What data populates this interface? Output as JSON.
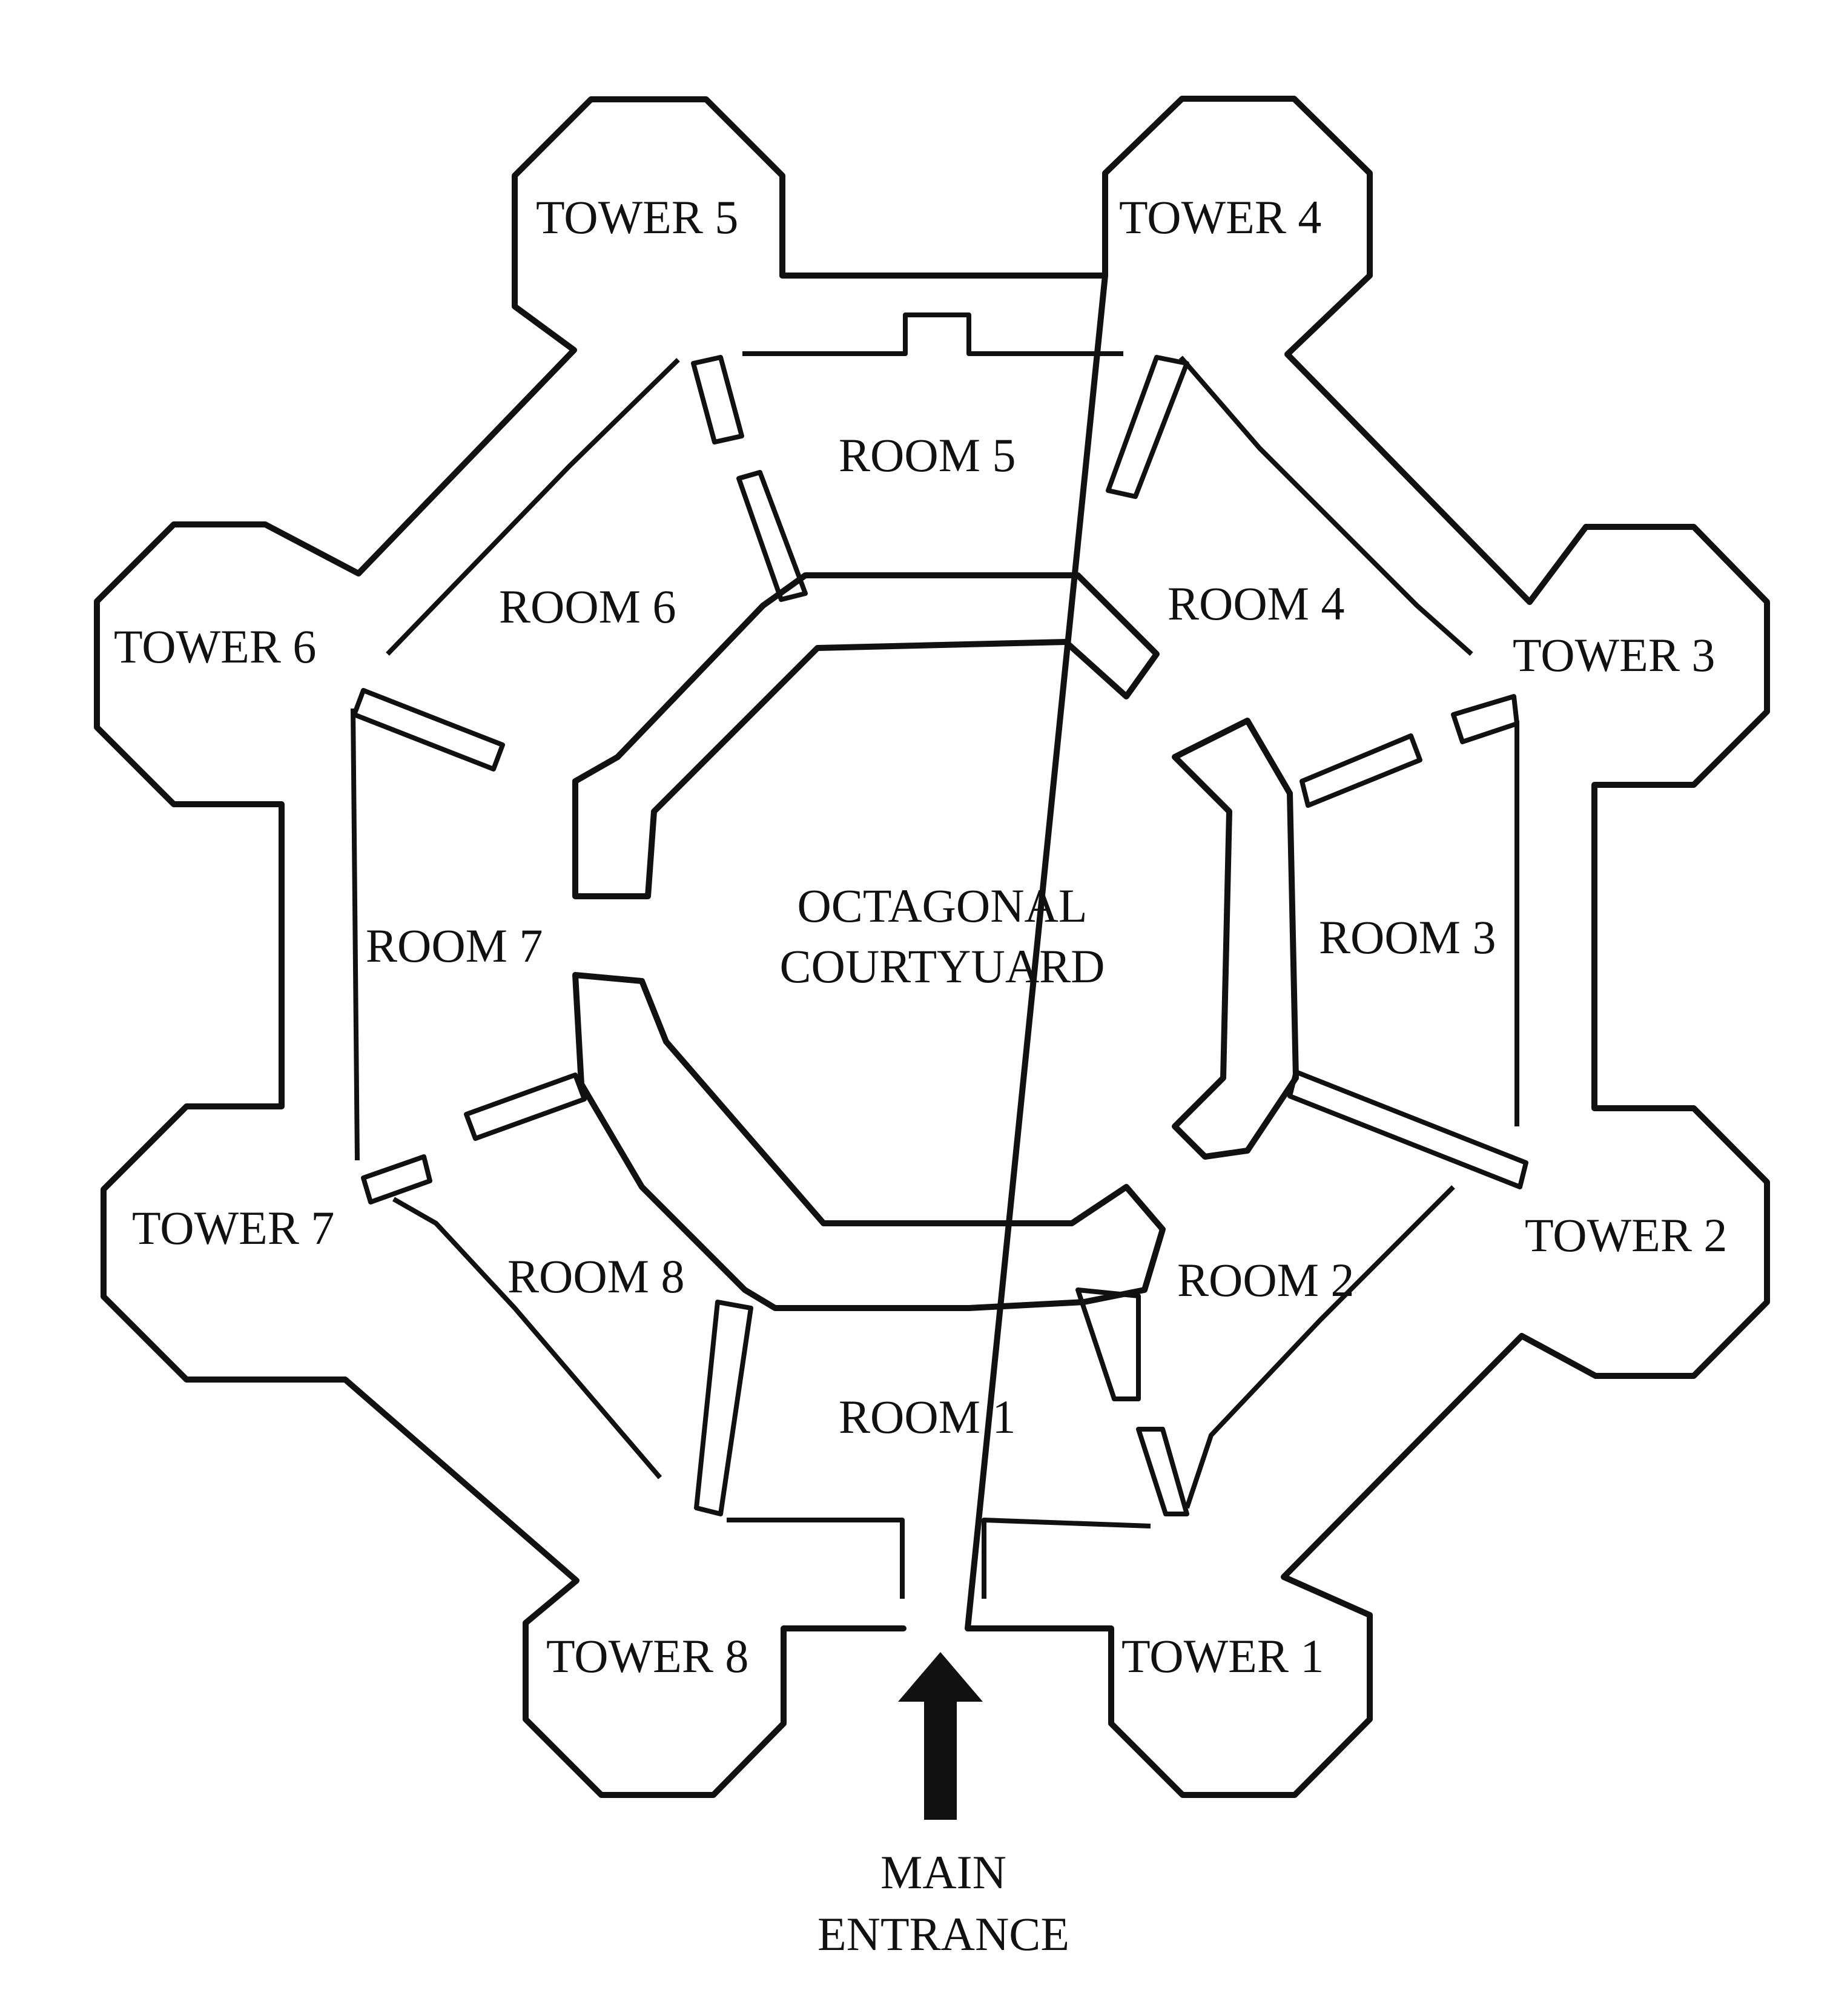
{
  "towers": [
    {
      "id": "tower-1",
      "label": "TOWER 1"
    },
    {
      "id": "tower-2",
      "label": "TOWER 2"
    },
    {
      "id": "tower-3",
      "label": "TOWER 3"
    },
    {
      "id": "tower-4",
      "label": "TOWER 4"
    },
    {
      "id": "tower-5",
      "label": "TOWER 5"
    },
    {
      "id": "tower-6",
      "label": "TOWER 6"
    },
    {
      "id": "tower-7",
      "label": "TOWER 7"
    },
    {
      "id": "tower-8",
      "label": "TOWER 8"
    }
  ],
  "rooms": [
    {
      "id": "room-1",
      "label": "ROOM 1"
    },
    {
      "id": "room-2",
      "label": "ROOM 2"
    },
    {
      "id": "room-3",
      "label": "ROOM 3"
    },
    {
      "id": "room-4",
      "label": "ROOM 4"
    },
    {
      "id": "room-5",
      "label": "ROOM 5"
    },
    {
      "id": "room-6",
      "label": "ROOM 6"
    },
    {
      "id": "room-7",
      "label": "ROOM 7"
    },
    {
      "id": "room-8",
      "label": "ROOM 8"
    }
  ],
  "courtyard": {
    "line1": "OCTAGONAL",
    "line2": "COURTYUARD"
  },
  "entrance": {
    "line1": "MAIN",
    "line2": "ENTRANCE"
  },
  "colors": {
    "ink": "#111111",
    "paper": "#ffffff"
  },
  "icons": {
    "entrance_arrow": "arrow-up-icon"
  }
}
